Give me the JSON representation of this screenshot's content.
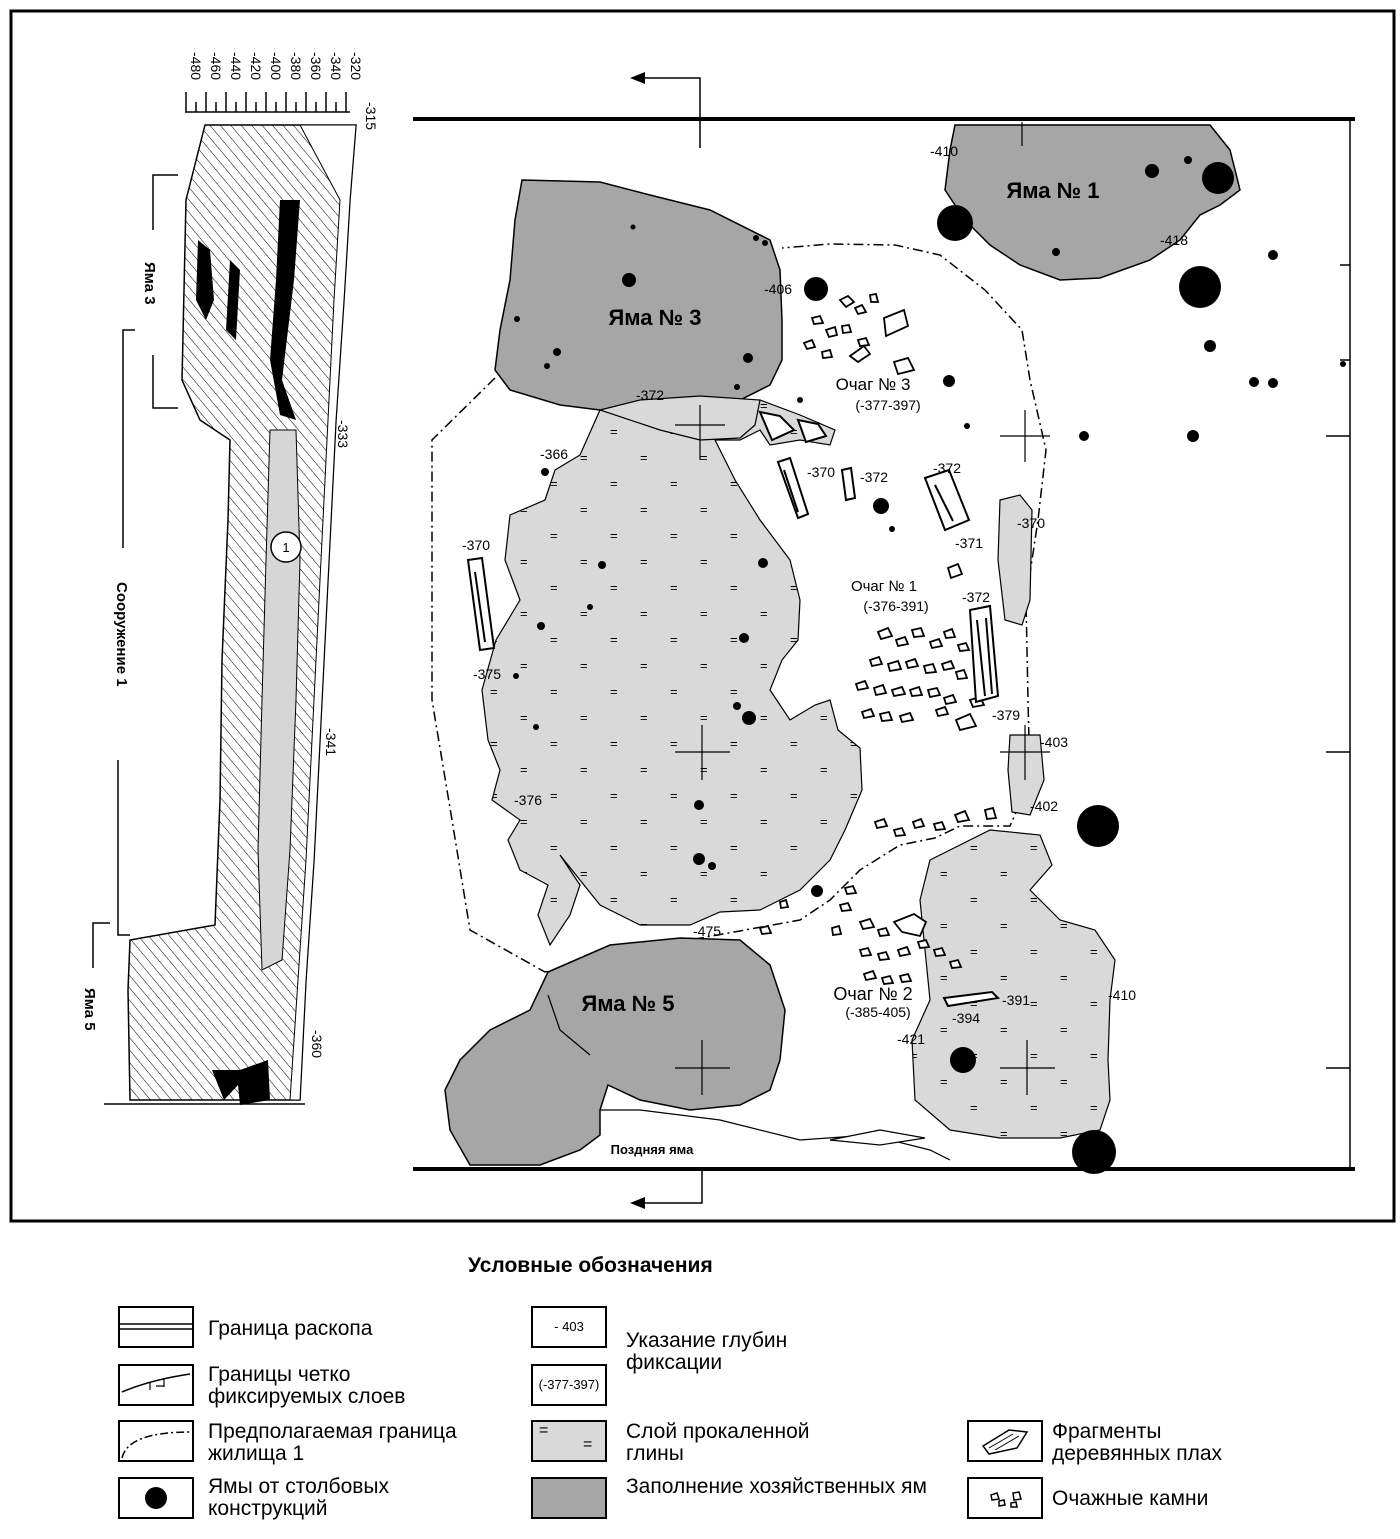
{
  "plan": {
    "pits": {
      "pit1": "Яма № 1",
      "pit3": "Яма № 3",
      "pit5": "Яма № 5",
      "late_pit": "Поздняя яма"
    },
    "hearths": {
      "h1": {
        "name": "Очаг № 1",
        "range": "(-376-391)"
      },
      "h2": {
        "name": "Очаг № 2",
        "range": "(-385-405)"
      },
      "h3": {
        "name": "Очаг № 3",
        "range": "(-377-397)"
      }
    },
    "depths": {
      "d410a": "-410",
      "d418": "-418",
      "d406": "-406",
      "d372a": "-372",
      "d366": "-366",
      "d370a": "-370",
      "d372b": "-372",
      "d372c": "-372",
      "d370b": "-370",
      "d371": "-371",
      "d370c": "-370",
      "d372d": "-372",
      "d375": "-375",
      "d379": "-379",
      "d403": "-403",
      "d376": "-376",
      "d402": "-402",
      "d475": "-475",
      "d391": "-391",
      "d410b": "-410",
      "d394": "-394",
      "d421": "-421"
    }
  },
  "section": {
    "scale_ticks": [
      "-320",
      "-340",
      "-360",
      "-380",
      "-400",
      "-420",
      "-440",
      "-460",
      "-480"
    ],
    "marks": {
      "m315": "-315",
      "m333": "-333",
      "m341": "-341",
      "m360": "-360"
    },
    "labels": {
      "pit3": "Яма 3",
      "structure1": "Сооружение 1",
      "pit5": "Яма 5"
    },
    "circle_number": "1"
  },
  "legend": {
    "title": "Условные обозначения",
    "items": {
      "excavation_boundary": "Граница раскопа",
      "layer_boundaries": "Границы четко фиксируемых слоев",
      "dwelling_boundary": "Предполагаемая граница жилища 1",
      "post_holes": "Ямы от столбовых конструкций",
      "depth_marks": "Указание глубин фиксации",
      "depth_sample_single": "- 403",
      "depth_sample_range": "(-377-397)",
      "calcined_clay": "Слой прокаленной глины",
      "pit_fill": "Заполнение хозяйственных ям",
      "wood_fragments": "Фрагменты деревянных плах",
      "hearth_stones": "Очажные камни"
    }
  }
}
